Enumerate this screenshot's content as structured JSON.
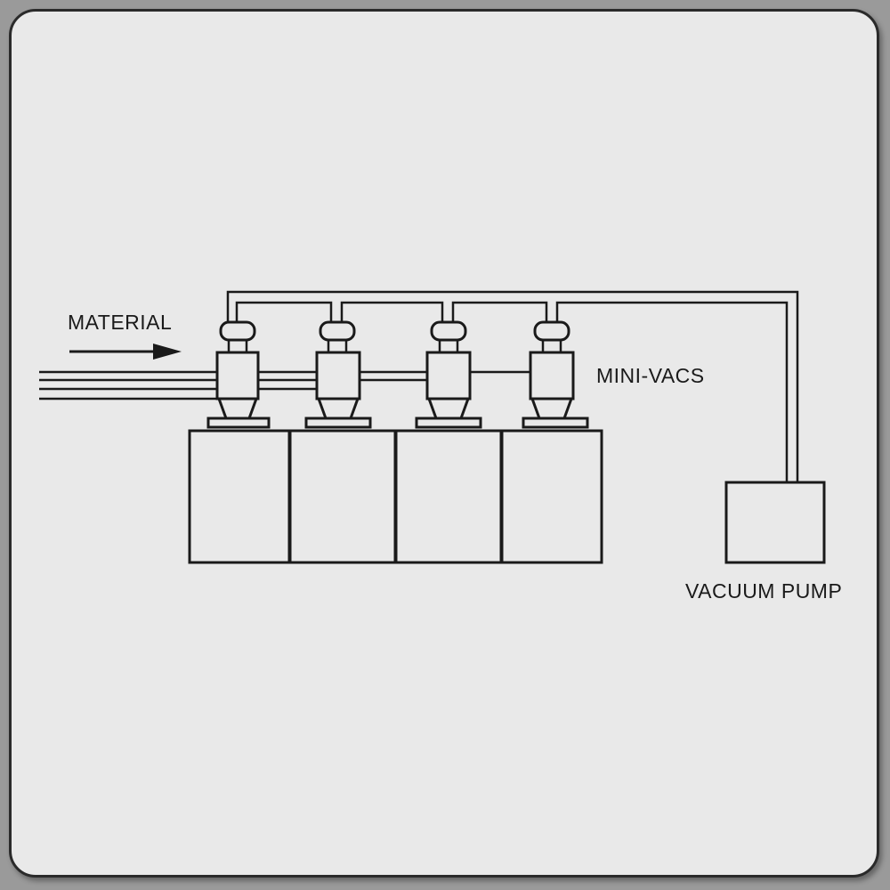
{
  "labels": {
    "material": "MATERIAL",
    "mini_vacs": "MINI-VACS",
    "vacuum_pump": "VACUUM PUMP"
  },
  "colors": {
    "background": "#e9e9e9",
    "ink": "#1a1a1a"
  },
  "components": {
    "mini_vac_count": 4,
    "bin_count": 4,
    "material_lines": 4
  }
}
